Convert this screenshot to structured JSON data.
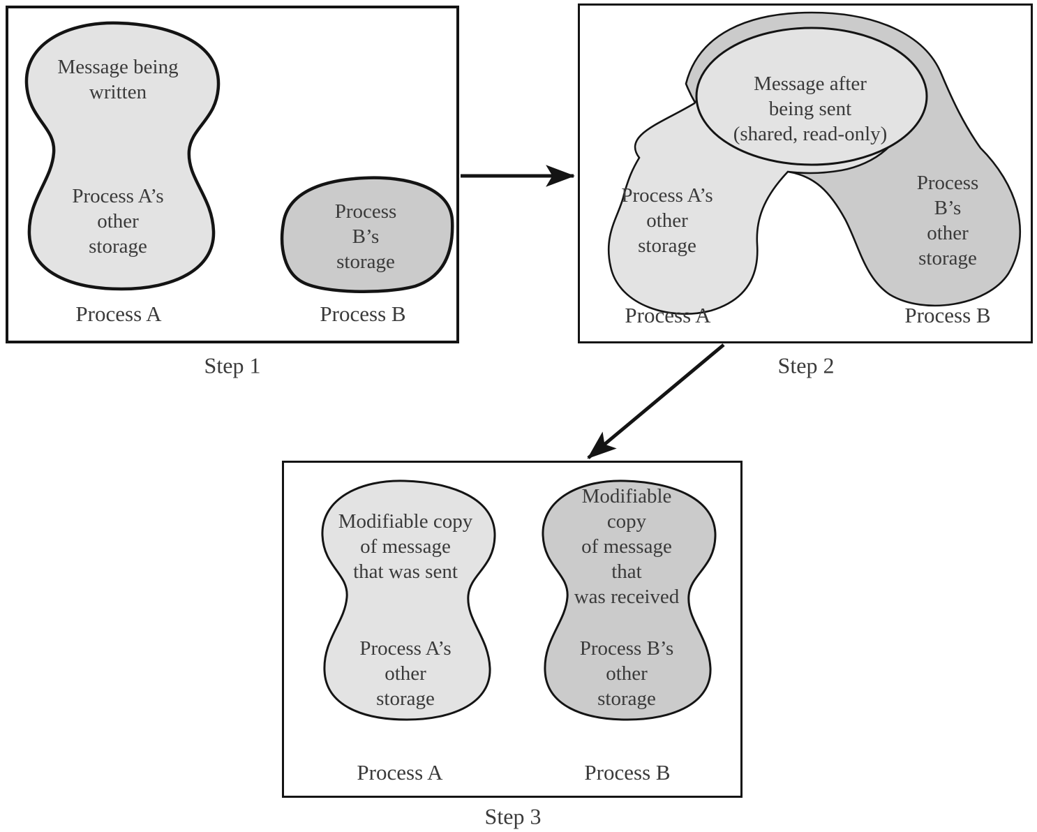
{
  "colors": {
    "light_gray": "#e3e3e3",
    "mid_gray": "#cbcbcb",
    "outline": "#141414",
    "text": "#3a3a3a"
  },
  "step1": {
    "caption": "Step 1",
    "message": "Message being\nwritten",
    "storage_a": "Process A’s\nother\nstorage",
    "storage_b": "Process B’s\nstorage",
    "label_a": "Process A",
    "label_b": "Process B"
  },
  "step2": {
    "caption": "Step 2",
    "message": "Message after\nbeing sent\n(shared, read-only)",
    "storage_a": "Process A’s\nother\nstorage",
    "storage_b": "Process B’s\nother\nstorage",
    "label_a": "Process A",
    "label_b": "Process B"
  },
  "step3": {
    "caption": "Step 3",
    "copy_a": "Modifiable copy\nof message\nthat was sent",
    "copy_b": "Modifiable copy\nof message that\nwas received",
    "storage_a": "Process A’s\nother\nstorage",
    "storage_b": "Process B’s\nother\nstorage",
    "label_a": "Process A",
    "label_b": "Process B"
  }
}
